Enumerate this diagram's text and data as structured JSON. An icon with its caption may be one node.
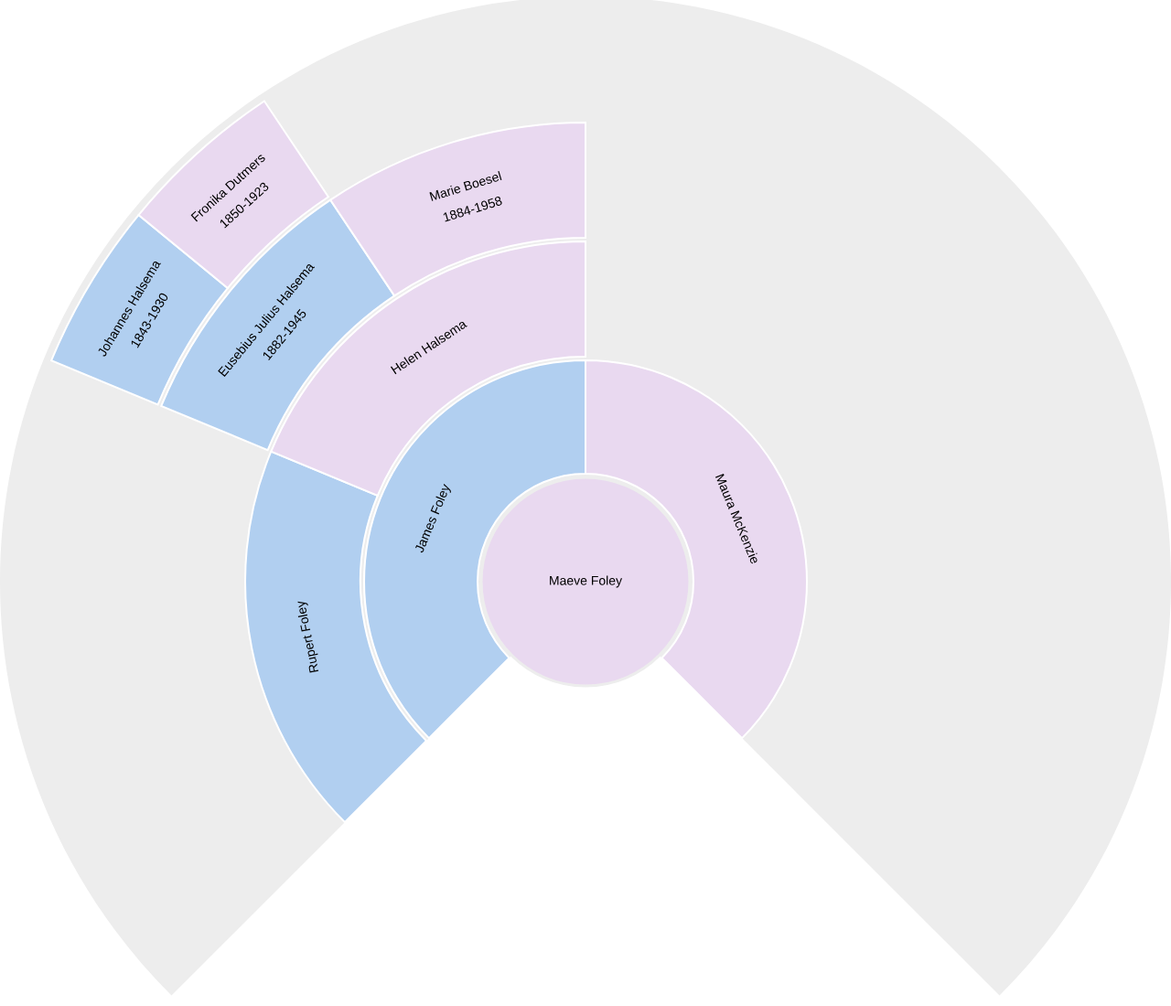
{
  "diagram": {
    "nodes": [
      {
        "text": [
          "Maeve Foley"
        ]
      },
      {
        "text": [
          "James Foley"
        ]
      },
      {
        "text": [
          "Maura McKenzie"
        ]
      },
      {
        "text": [
          "Rupert Foley"
        ]
      },
      {
        "text": [
          "Helen Halsema"
        ]
      },
      {
        "text": [
          "Eusebius Julius Halsema",
          "1882-1945"
        ]
      },
      {
        "text": [
          "Marie Boesel",
          "1884-1958"
        ]
      },
      {
        "text": [
          "Johannes Halsema",
          "1843-1930"
        ]
      },
      {
        "text": [
          "Fronika Dutmers",
          "1850-1923"
        ]
      }
    ]
  }
}
